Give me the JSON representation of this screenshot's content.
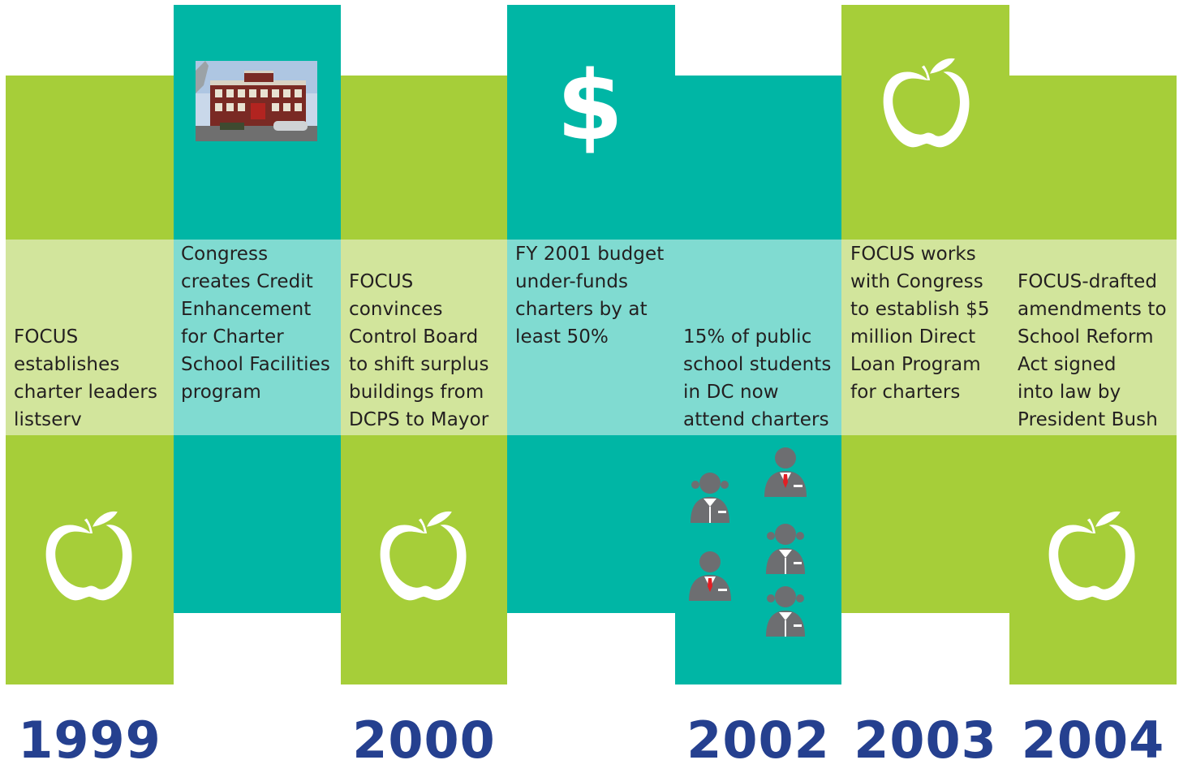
{
  "timeline": {
    "events": [
      {
        "text": "FOCUS\nestablishes\ncharter leaders\nlistserv"
      },
      {
        "text": "Congress\ncreates Credit\nEnhancement\nfor Charter\nSchool Facilities\nprogram"
      },
      {
        "text": "FOCUS\nconvinces\nControl Board\nto shift surplus\nbuildings from\nDCPS to Mayor"
      },
      {
        "text": "FY 2001 budget\nunder-funds\ncharters by at\nleast 50%"
      },
      {
        "text": "15% of public\nschool students\nin DC now\nattend charters"
      },
      {
        "text": "FOCUS works\nwith Congress\nto establish $5\nmillion Direct\nLoan Program\nfor charters"
      },
      {
        "text": "FOCUS-drafted\namendments to\nSchool Reform\nAct signed\ninto law by\nPresident Bush"
      }
    ],
    "years": [
      "1999",
      "2000",
      "2002",
      "2003",
      "2004"
    ],
    "dollar_symbol": "$"
  },
  "colors": {
    "green": "#a6ce39",
    "teal": "#00b6a5",
    "light_green": "#d2e59c",
    "light_teal": "#80dbd1",
    "year_text": "#25408f",
    "tie_red": "#e31e24",
    "figure_gray": "#6d6e71"
  },
  "icons": [
    "apple-icon",
    "school-building-photo",
    "dollar-icon",
    "student-icon"
  ]
}
